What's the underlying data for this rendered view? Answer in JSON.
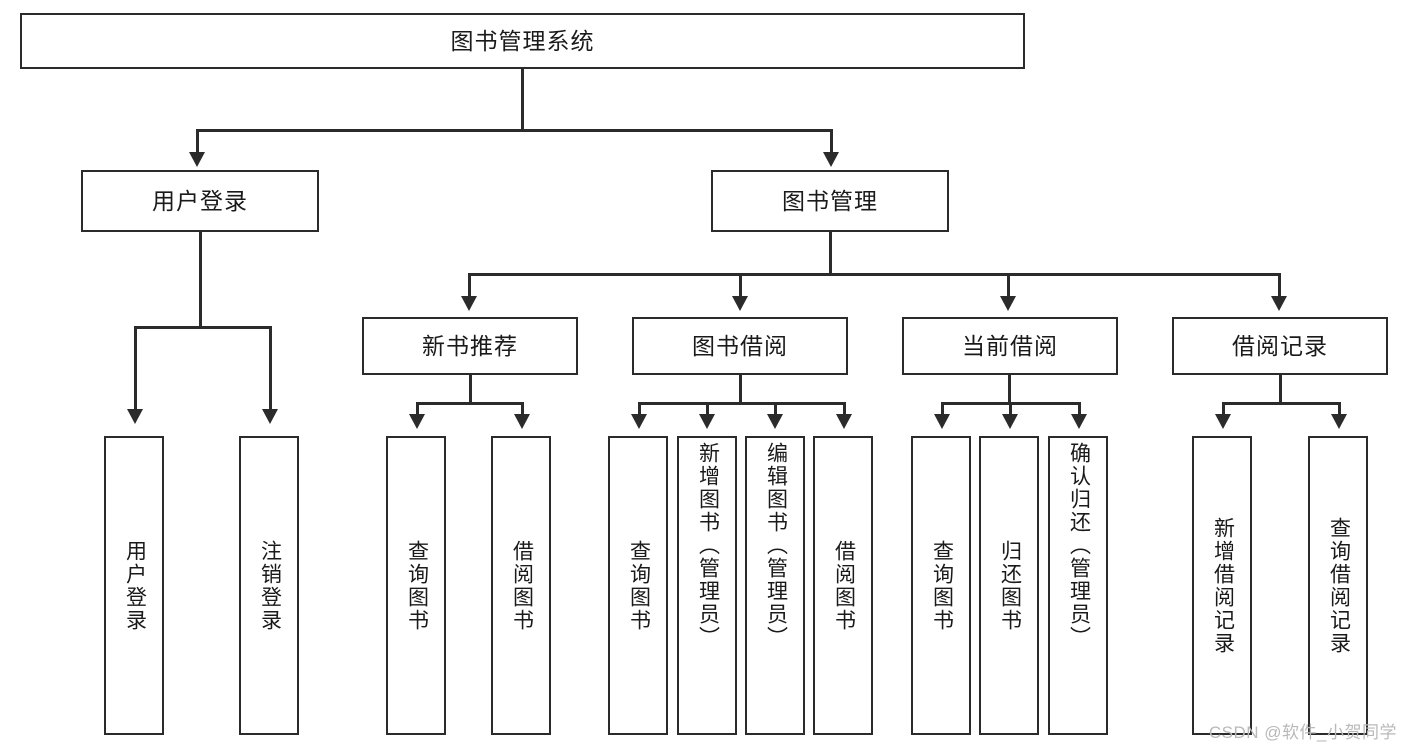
{
  "diagram": {
    "type": "tree",
    "title": "图书管理系统",
    "root": {
      "label": "图书管理系统"
    },
    "level2": [
      {
        "label": "用户登录"
      },
      {
        "label": "图书管理"
      }
    ],
    "level3": [
      {
        "label": "新书推荐"
      },
      {
        "label": "图书借阅"
      },
      {
        "label": "当前借阅"
      },
      {
        "label": "借阅记录"
      }
    ],
    "leaves": {
      "user_login": [
        {
          "label": "用户登录"
        },
        {
          "label": "注销登录"
        }
      ],
      "new_book_recommend": [
        {
          "label": "查询图书"
        },
        {
          "label": "借阅图书"
        }
      ],
      "book_borrow": [
        {
          "label": "查询图书"
        },
        {
          "label": "新增图书（管理员）"
        },
        {
          "label": "编辑图书（管理员）"
        },
        {
          "label": "借阅图书"
        }
      ],
      "current_borrow": [
        {
          "label": "查询图书"
        },
        {
          "label": "归还图书"
        },
        {
          "label": "确认归还（管理员）"
        }
      ],
      "borrow_records": [
        {
          "label": "新增借阅记录"
        },
        {
          "label": "查询借阅记录"
        }
      ]
    }
  },
  "watermark": {
    "text": "CSDN @软件_小贺同学"
  },
  "colors": {
    "background": "#ffffff",
    "border": "#2b2b2b",
    "text": "#1a1a1a",
    "watermark": "#b9b9b9"
  }
}
